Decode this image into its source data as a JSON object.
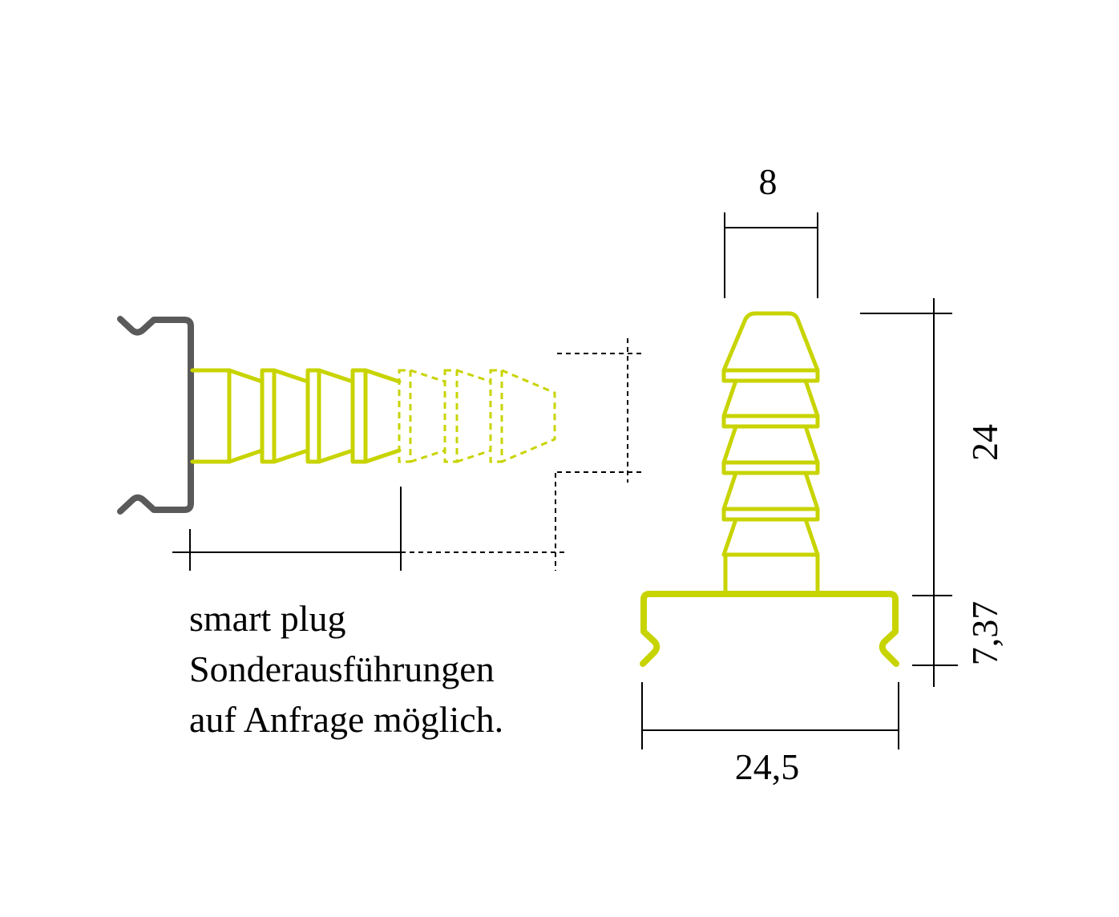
{
  "colors": {
    "plug": "#c8d400",
    "profile": "#5a5a5a",
    "dimension": "#000000"
  },
  "dimensions": {
    "top_width": "8",
    "height": "24",
    "base_height": "7,37",
    "base_width": "24,5"
  },
  "note": {
    "lines": [
      "smart plug",
      "Sonderausführungen",
      "auf Anfrage möglich."
    ]
  }
}
